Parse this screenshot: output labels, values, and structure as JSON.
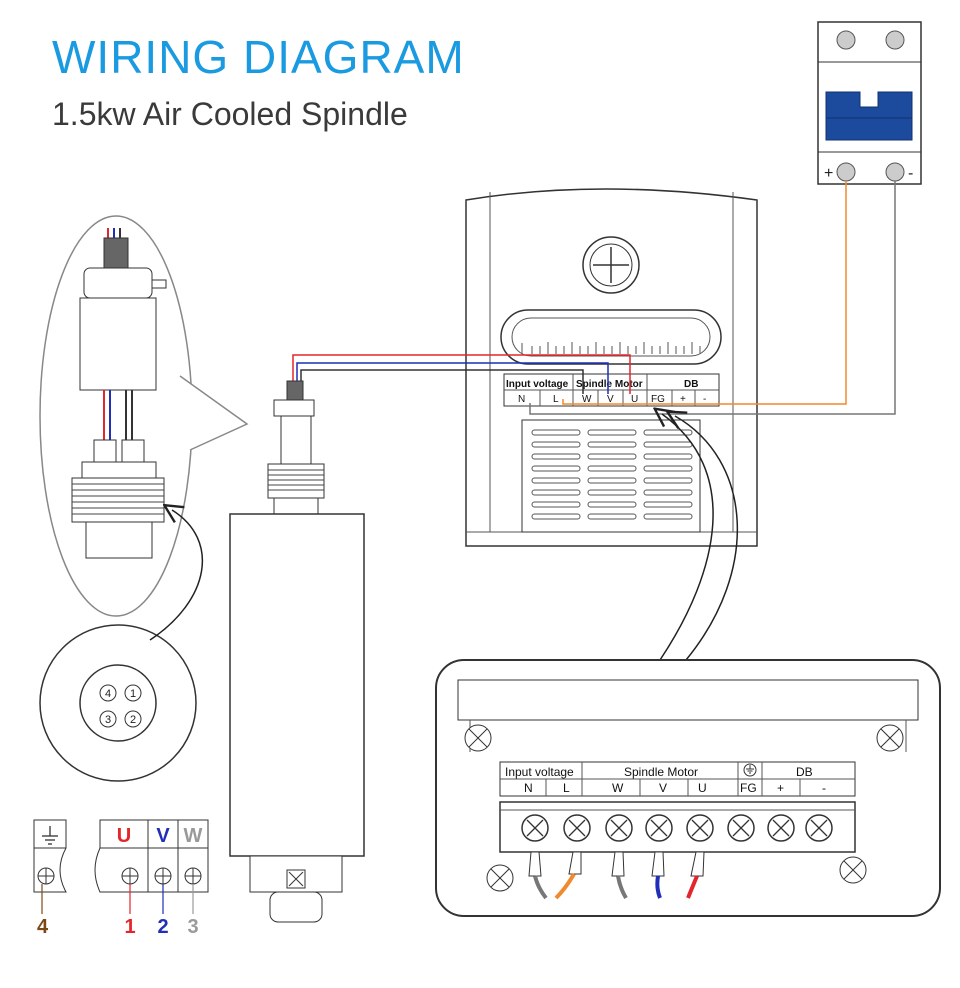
{
  "header": {
    "title": "WIRING DIAGRAM",
    "subtitle": "1.5kw Air Cooled Spindle"
  },
  "breaker": {
    "plus_label": "+",
    "minus_label": "-"
  },
  "vfd_terminal_strip": {
    "group_input": "Input voltage",
    "group_spindle": "Spindle Motor",
    "group_db": "DB",
    "terminals": [
      "N",
      "L",
      "W",
      "V",
      "U",
      "FG",
      "+",
      "-"
    ]
  },
  "connector_face": {
    "pins": [
      "4",
      "1",
      "3",
      "2"
    ]
  },
  "pin_legend": {
    "ground_number": "4",
    "phases": [
      {
        "letter": "U",
        "number": "1",
        "color": "#e3262b"
      },
      {
        "letter": "V",
        "number": "2",
        "color": "#1f2fb8"
      },
      {
        "letter": "W",
        "number": "3",
        "color": "#9a9a9a"
      }
    ],
    "ground_color": "#7a4a16"
  },
  "wire_colors": {
    "red": "#e3262b",
    "blue": "#1f2fb8",
    "black": "#333333",
    "orange": "#f08a2c",
    "gray": "#777777"
  }
}
